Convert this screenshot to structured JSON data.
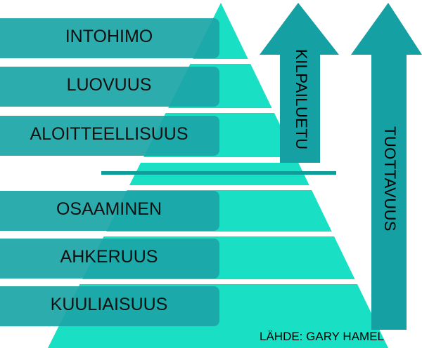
{
  "colors": {
    "pyramid": "#19E0C4",
    "band": "#1BA5A6",
    "arrow": "#15A0A3",
    "divider": "#0E9E9A",
    "separator": "#ffffff"
  },
  "tiers_upper": [
    {
      "label": "INTOHIMO"
    },
    {
      "label": "LUOVUUS"
    },
    {
      "label": "ALOITTEELLISUUS"
    }
  ],
  "tiers_lower": [
    {
      "label": "OSAAMINEN"
    },
    {
      "label": "AHKERUUS"
    },
    {
      "label": "KUULIAISUUS"
    }
  ],
  "arrows": {
    "competitive_label": "KILPAILUETU",
    "productivity_label": "TUOTTAVUUS"
  },
  "source_text": "LÄHDE: GARY HAMEL"
}
